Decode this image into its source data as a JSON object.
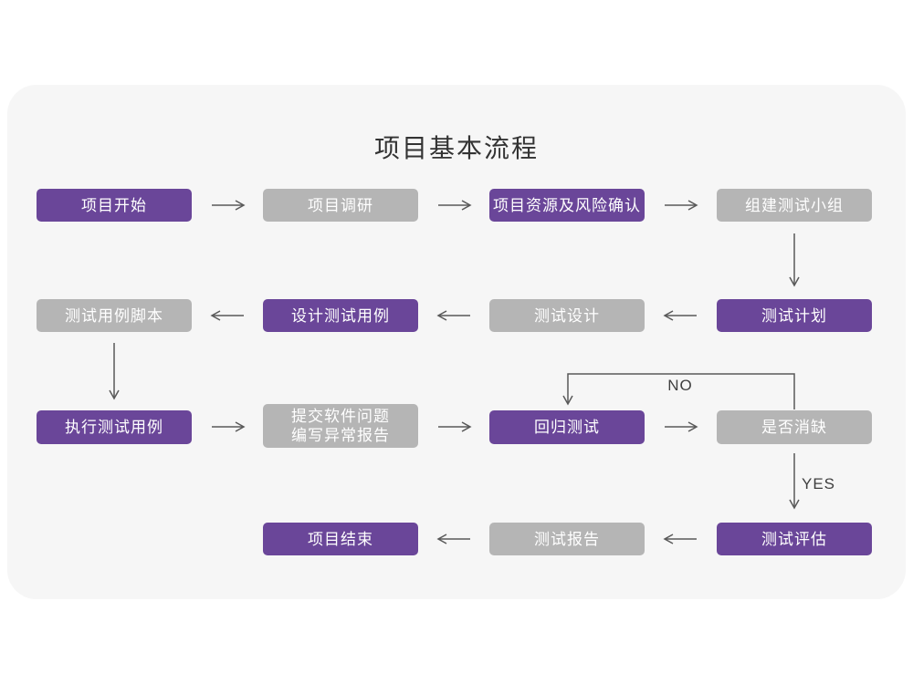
{
  "title": "项目基本流程",
  "colors": {
    "purple": "#6a4699",
    "gray": "#b5b5b5",
    "card_bg": "#f6f6f6",
    "page_bg": "#ffffff",
    "arrow": "#595959",
    "node_text": "#ffffff",
    "title_text": "#333333",
    "label_text": "#3f3f3f"
  },
  "labels": {
    "no": "NO",
    "yes": "YES"
  },
  "nodes": [
    {
      "id": "project-start",
      "label": "项目开始",
      "variant": "purple"
    },
    {
      "id": "project-research",
      "label": "项目调研",
      "variant": "gray"
    },
    {
      "id": "resource-risk-confirm",
      "label": "项目资源及风险确认",
      "variant": "purple"
    },
    {
      "id": "build-test-team",
      "label": "组建测试小组",
      "variant": "gray"
    },
    {
      "id": "test-plan",
      "label": "测试计划",
      "variant": "purple"
    },
    {
      "id": "test-design",
      "label": "测试设计",
      "variant": "gray"
    },
    {
      "id": "design-test-cases",
      "label": "设计测试用例",
      "variant": "purple"
    },
    {
      "id": "test-case-script",
      "label": "测试用例脚本",
      "variant": "gray"
    },
    {
      "id": "execute-test-cases",
      "label": "执行测试用例",
      "variant": "purple"
    },
    {
      "id": "submit-issues-report",
      "label": "提交软件问题\n编写异常报告",
      "variant": "gray"
    },
    {
      "id": "regression-test",
      "label": "回归测试",
      "variant": "purple"
    },
    {
      "id": "defect-cleared",
      "label": "是否消缺",
      "variant": "gray"
    },
    {
      "id": "test-evaluation",
      "label": "测试评估",
      "variant": "purple"
    },
    {
      "id": "test-report",
      "label": "测试报告",
      "variant": "gray"
    },
    {
      "id": "project-end",
      "label": "项目结束",
      "variant": "purple"
    }
  ],
  "edges": [
    {
      "from": "项目开始",
      "to": "项目调研",
      "label": ""
    },
    {
      "from": "项目调研",
      "to": "项目资源及风险确认",
      "label": ""
    },
    {
      "from": "项目资源及风险确认",
      "to": "组建测试小组",
      "label": ""
    },
    {
      "from": "组建测试小组",
      "to": "测试计划",
      "label": ""
    },
    {
      "from": "测试计划",
      "to": "测试设计",
      "label": ""
    },
    {
      "from": "测试设计",
      "to": "设计测试用例",
      "label": ""
    },
    {
      "from": "设计测试用例",
      "to": "测试用例脚本",
      "label": ""
    },
    {
      "from": "测试用例脚本",
      "to": "执行测试用例",
      "label": ""
    },
    {
      "from": "执行测试用例",
      "to": "提交软件问题 编写异常报告",
      "label": ""
    },
    {
      "from": "提交软件问题 编写异常报告",
      "to": "回归测试",
      "label": ""
    },
    {
      "from": "回归测试",
      "to": "是否消缺",
      "label": ""
    },
    {
      "from": "是否消缺",
      "to": "回归测试",
      "label": "NO"
    },
    {
      "from": "是否消缺",
      "to": "测试评估",
      "label": "YES"
    },
    {
      "from": "测试评估",
      "to": "测试报告",
      "label": ""
    },
    {
      "from": "测试报告",
      "to": "项目结束",
      "label": ""
    }
  ]
}
